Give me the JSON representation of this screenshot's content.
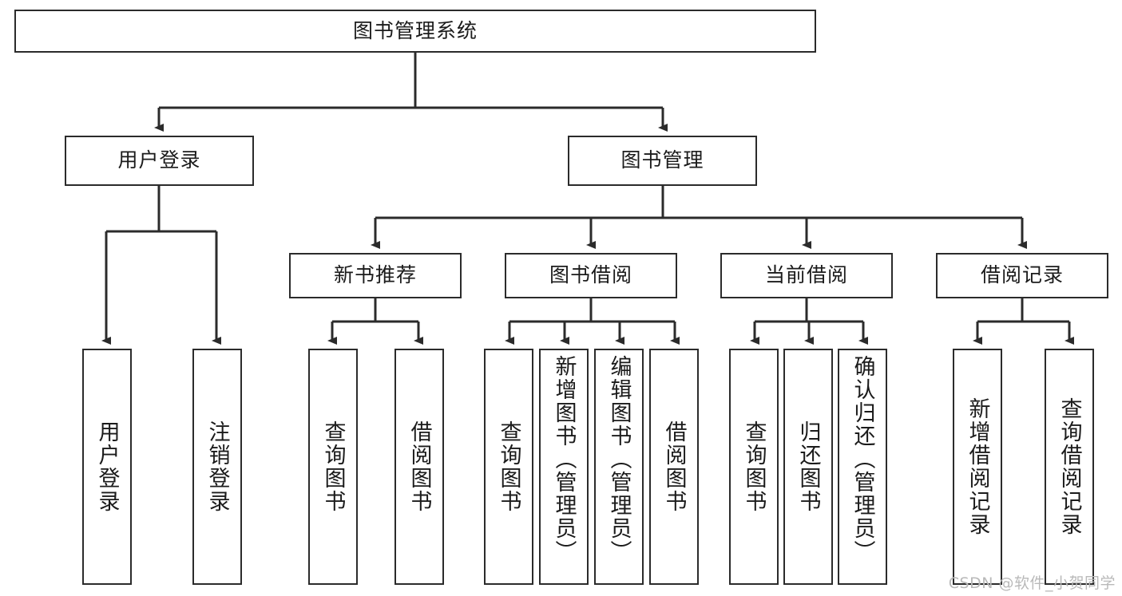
{
  "diagram": {
    "title": "图书管理系统",
    "type": "hierarchy-tree",
    "watermark": "CSDN @软件_小贺同学",
    "colors": {
      "box_border": "#2b2b2b",
      "box_fill": "#ffffff",
      "connector": "#2b2b2b",
      "text": "#1b1b1b",
      "watermark": "#b9b9b9"
    },
    "root": {
      "label": "图书管理系统"
    },
    "level1": [
      {
        "label": "用户登录"
      },
      {
        "label": "图书管理"
      }
    ],
    "level2": [
      {
        "label": "新书推荐"
      },
      {
        "label": "图书借阅"
      },
      {
        "label": "当前借阅"
      },
      {
        "label": "借阅记录"
      }
    ],
    "leaves": {
      "user_login": [
        {
          "label": "用户登录"
        },
        {
          "label": "注销登录"
        }
      ],
      "new_book_recommend": [
        {
          "label": "查询图书"
        },
        {
          "label": "借阅图书"
        }
      ],
      "book_borrow": [
        {
          "label": "查询图书"
        },
        {
          "label": "新增图书（管理员）"
        },
        {
          "label": "编辑图书（管理员）"
        },
        {
          "label": "借阅图书"
        }
      ],
      "current_borrow": [
        {
          "label": "查询图书"
        },
        {
          "label": "归还图书"
        },
        {
          "label": "确认归还（管理员）"
        }
      ],
      "borrow_record": [
        {
          "label": "新增借阅记录"
        },
        {
          "label": "查询借阅记录"
        }
      ]
    }
  }
}
